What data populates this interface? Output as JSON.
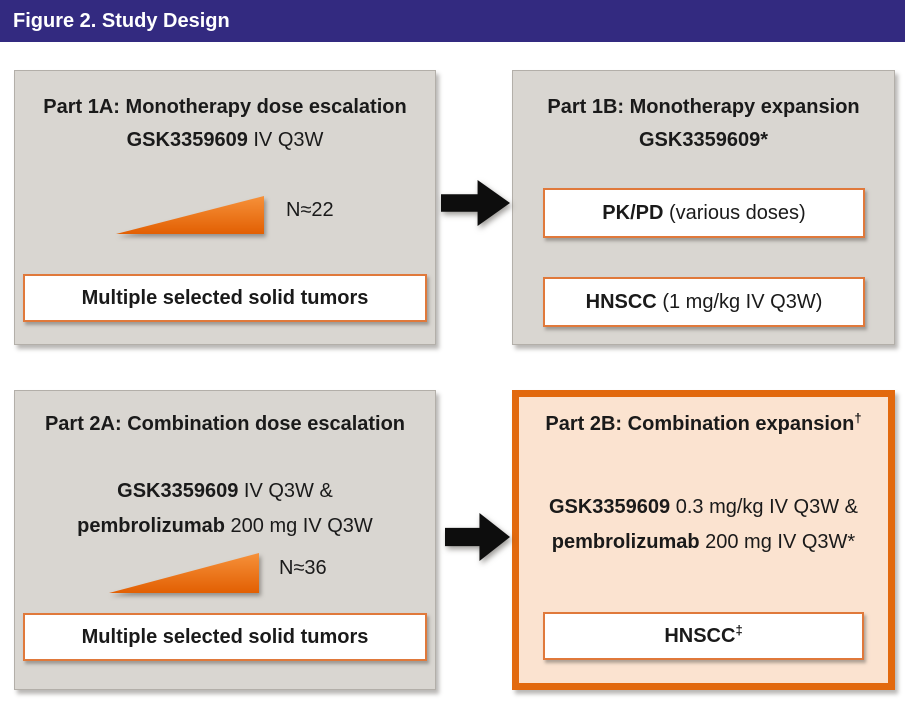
{
  "header": {
    "title": "Figure 2. Study Design"
  },
  "colors": {
    "header_bg": "#332a80",
    "box_fill_gray": "#d9d6d1",
    "box_fill_peach": "#fbe3d0",
    "accent_orange": "#e2690e",
    "inner_box_border_orange": "#e0793b",
    "wedge_orange_top": "#f6913a",
    "wedge_orange_bottom": "#e25f02",
    "arrow_black": "#0d0d0d"
  },
  "part1a": {
    "title": "Part 1A: Monotherapy dose escalation",
    "drug_bold": "GSK3359609",
    "drug_rest": " IV Q3W",
    "n_label": "N≈22",
    "population": "Multiple selected solid tumors"
  },
  "part1b": {
    "title": "Part 1B: Monotherapy expansion",
    "drug_bold": "GSK3359609*",
    "cohorts": [
      {
        "bold": "PK/PD",
        "rest": " (various doses)"
      },
      {
        "bold": "HNSCC",
        "rest": " (1 mg/kg IV Q3W)"
      }
    ]
  },
  "part2a": {
    "title": "Part 2A: Combination dose escalation",
    "drug1_bold": "GSK3359609",
    "drug1_rest": " IV Q3W &",
    "drug2_bold": "pembrolizumab",
    "drug2_rest": " 200 mg IV Q3W",
    "n_label": "N≈36",
    "population": "Multiple selected solid tumors"
  },
  "part2b": {
    "title": "Part 2B: Combination expansion",
    "title_sup": "†",
    "drug1_bold": "GSK3359609",
    "drug1_rest": " 0.3 mg/kg IV Q3W &",
    "drug2_bold": "pembrolizumab",
    "drug2_rest": " 200 mg IV Q3W*",
    "cohort_bold": "HNSCC",
    "cohort_sup": "‡"
  }
}
